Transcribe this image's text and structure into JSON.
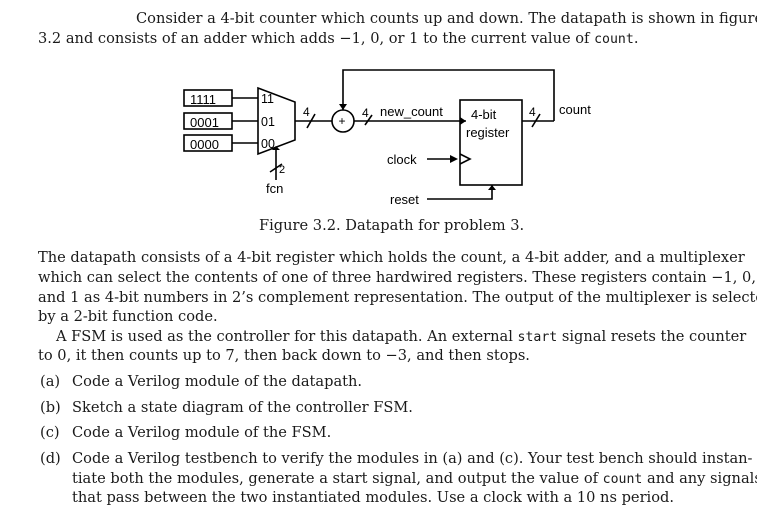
{
  "intro": {
    "line1": "Consider a 4-bit counter which counts up and down. The datapath is shown in figure",
    "line2_pre": "3.2 and consists of an adder which adds −1, 0, or 1 to the current value of ",
    "line2_code": "count",
    "line2_post": "."
  },
  "figure": {
    "reg_values": [
      "1111",
      "0001",
      "0000"
    ],
    "mux_inputs": [
      "11",
      "01",
      "00"
    ],
    "mux_width": "4",
    "adder_symbol": "+",
    "adder_width": "4",
    "new_count_label": "new_count",
    "register_line1": "4-bit",
    "register_line2": "register",
    "out_width": "4",
    "count_label": "count",
    "clock_label": "clock",
    "reset_label": "reset",
    "sel_width": "2",
    "fcn_label": "fcn",
    "caption": "Figure 3.2. Datapath for problem 3."
  },
  "para1": [
    "The datapath consists of a 4-bit register which holds the count, a 4-bit adder, and a multiplexer",
    "which can select the contents of one of three hardwired registers. These registers contain −1, 0,",
    "and 1 as 4-bit numbers in 2’s complement representation. The output of the multiplexer is selected",
    "by a 2-bit function code."
  ],
  "para2": {
    "l1_pre": "A FSM is used as the controller for this datapath. An external ",
    "l1_code": "start",
    "l1_post": " signal resets the counter",
    "l2": "to 0, it then counts up to 7, then back down to −3, and then stops."
  },
  "items": {
    "a": {
      "label": "(a)",
      "text": "Code a Verilog module of the datapath."
    },
    "b": {
      "label": "(b)",
      "text": "Sketch a state diagram of the controller FSM."
    },
    "c": {
      "label": "(c)",
      "text": "Code a Verilog module of the FSM."
    },
    "d": {
      "label": "(d)",
      "l1": "Code a Verilog testbench to verify the modules in (a) and (c). Your test bench should instan-",
      "l2_pre": "tiate both the modules, generate a start signal, and output the value of ",
      "l2_code": "count",
      "l2_post": " and any signals",
      "l3": "that pass between the two instantiated modules. Use a clock with a 10 ns period."
    }
  }
}
